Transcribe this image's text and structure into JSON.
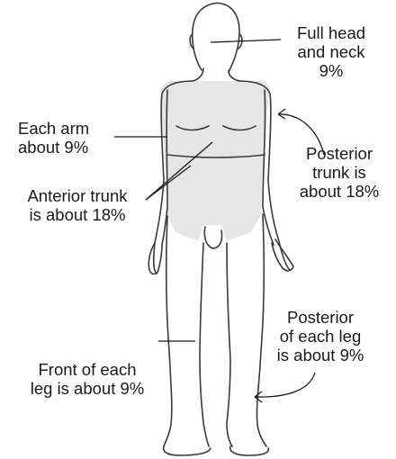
{
  "labels": {
    "head_neck": [
      "Full head",
      "and neck",
      "9%"
    ],
    "arm": [
      "Each arm",
      "about 9%"
    ],
    "posterior_trunk": [
      "Posterior",
      "trunk is",
      "about 18%"
    ],
    "anterior_trunk": [
      "Anterior trunk",
      "is about 18%"
    ],
    "posterior_leg": [
      "Posterior",
      "of each leg",
      "is about 9%"
    ],
    "front_leg": [
      "Front of each",
      "leg is about 9%"
    ]
  },
  "colors": {
    "outline": "#3a3a3a",
    "shading": "#e6e6e6",
    "text": "#1a1a1a"
  }
}
